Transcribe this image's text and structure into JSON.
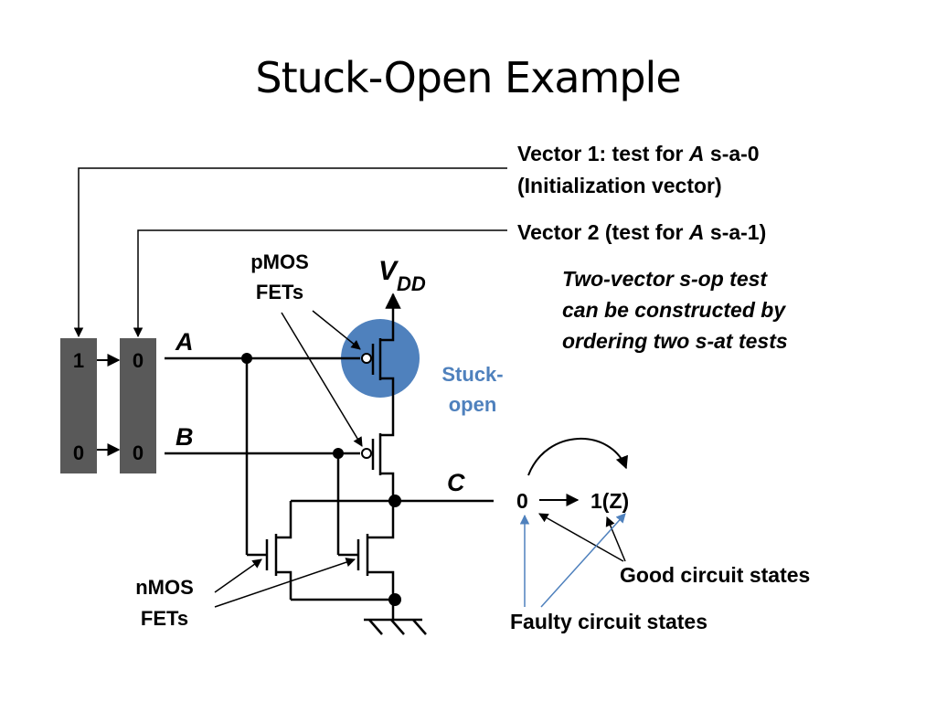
{
  "title": "Stuck-Open Example",
  "vector1": {
    "prefix": "Vector 1: test for ",
    "signal": "A",
    "suffix": " s-a-0",
    "line2": "(Initialization vector)"
  },
  "vector2": {
    "prefix": "Vector 2 (test for ",
    "signal": "A",
    "suffix": " s-a-1)"
  },
  "note": [
    "Two-vector s-op test",
    "can be constructed by",
    "ordering two s-at tests"
  ],
  "pmos_label": [
    "pMOS",
    "FETs"
  ],
  "nmos_label": [
    "nMOS",
    "FETs"
  ],
  "stuck_label": [
    "Stuck-",
    "open"
  ],
  "vdd": {
    "main": "V",
    "sub": "DD"
  },
  "signals": {
    "a": "A",
    "b": "B",
    "c": "C"
  },
  "registers": {
    "v1": [
      "1",
      "0"
    ],
    "v2": [
      "0",
      "0"
    ]
  },
  "states": {
    "zero": "0",
    "one": "1(Z)"
  },
  "good_states": "Good circuit states",
  "faulty_states": "Faulty circuit states",
  "colors": {
    "highlight": "#4F81BD",
    "register": "#595959",
    "wire": "#000000"
  }
}
